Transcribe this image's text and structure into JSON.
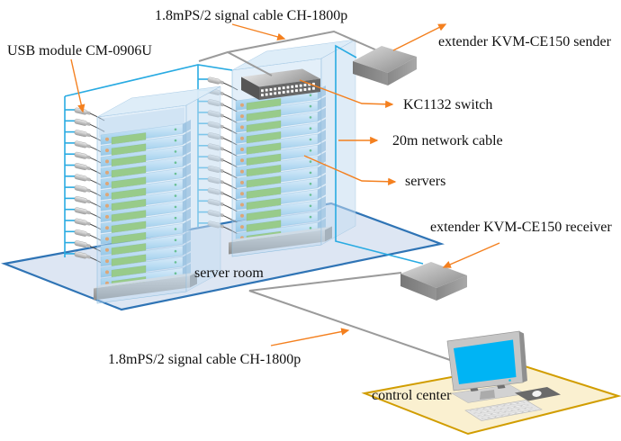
{
  "diagram": {
    "labels": {
      "cable_top": "1.8mPS/2 signal cable CH-1800p",
      "usb_module": "USB module CM-0906U",
      "sender": "extender KVM-CE150 sender",
      "switch": "KC1132 switch",
      "network_cable": "20m network cable",
      "servers": "servers",
      "receiver": "extender KVM-CE150 receiver",
      "server_room": "server room",
      "cable_bottom": "1.8mPS/2 signal cable CH-1800p",
      "control_center": "control center"
    },
    "colors": {
      "cable_network": "#29abe2",
      "cable_signal": "#9b9b9b",
      "arrow": "#f4801f",
      "server_room_fill": "#dde6f3",
      "server_room_border": "#2f74b5",
      "control_center_fill": "#faf0d0",
      "control_center_border": "#d19d00",
      "server_led_panel": "#7fc241",
      "server_dot": "#f58220",
      "screen": "#00b4f4"
    },
    "racks": {
      "left_server_units": 14,
      "right_server_units": 13,
      "left_usb_ports": 14,
      "right_usb_ports": 14,
      "switch_port_columns": 13,
      "switch_port_rows": 2
    }
  }
}
